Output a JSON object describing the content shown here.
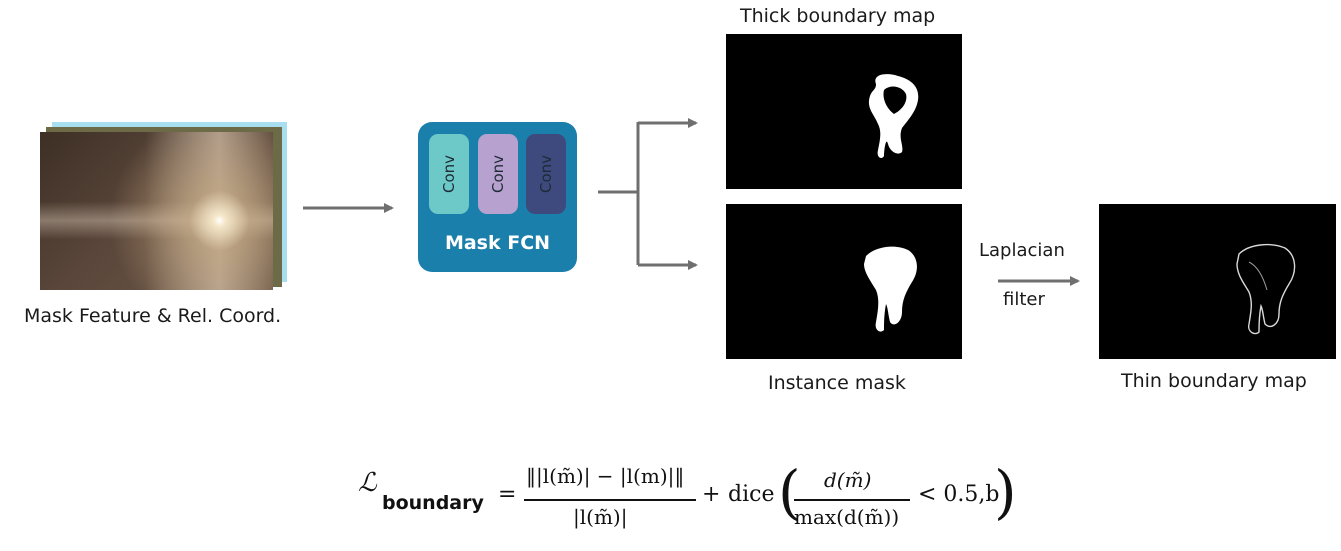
{
  "feature": {
    "label": "Mask Feature & Rel. Coord."
  },
  "fcn": {
    "title": "Mask FCN",
    "convs": [
      "Conv",
      "Conv",
      "Conv"
    ],
    "colors": [
      "#6cc9c7",
      "#b7a2cf",
      "#3e4a7e"
    ],
    "box_color": "#1a7fab"
  },
  "maps": {
    "thick_label": "Thick boundary map",
    "instance_label": "Instance mask",
    "thin_label": "Thin boundary map"
  },
  "filter": {
    "line1": "Laplacian",
    "line2": "filter"
  },
  "formula": {
    "lhs": "ℒ",
    "subscript": "boundary",
    "equals": "=",
    "numerator1": "‖|l(m̃)| − |l(m)|‖",
    "denominator1": "|l(m̃)|",
    "plus": "+",
    "dice": "dice",
    "lparen": "(",
    "numerator2": "d(m̃)",
    "denominator2": "max(d(m̃))",
    "tail": "< 0.5,b",
    "rparen": ")"
  }
}
